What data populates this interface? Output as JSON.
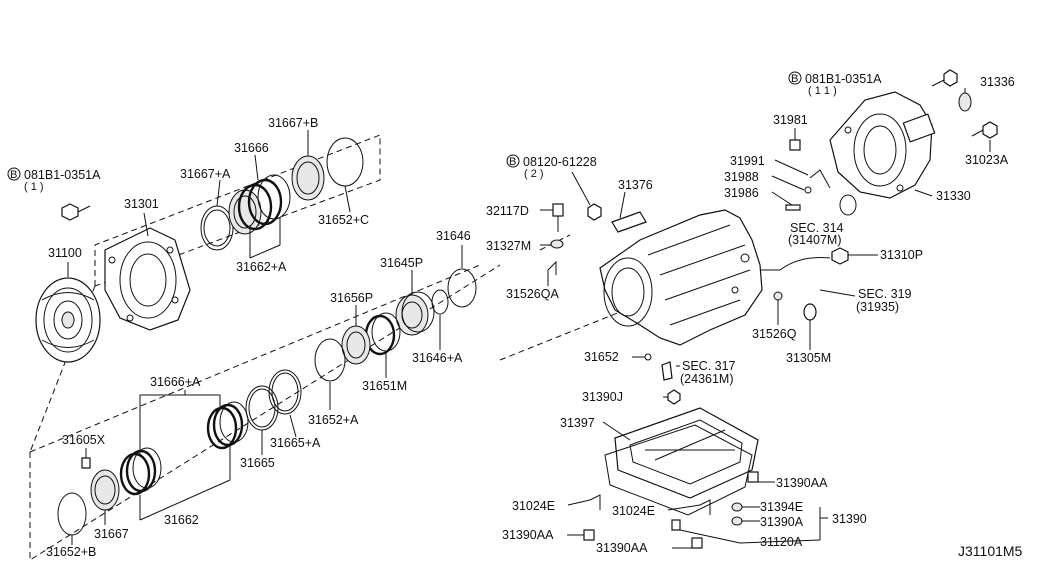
{
  "diagram_id": "J31101M5",
  "labels": {
    "bolt_a_code": "081B1-0351A",
    "bolt_a_qty": "( 1 )",
    "bolt_b_code": "081B1-0351A",
    "bolt_b_qty": "( 1 1 )",
    "bolt_c_code": "08120-61228",
    "bolt_c_qty": "( 2 )",
    "circle_b": "B",
    "p31100": "31100",
    "p31301": "31301",
    "p31667A": "31667+A",
    "p31666": "31666",
    "p31667B": "31667+B",
    "p31652C": "31652+C",
    "p31662A": "31662+A",
    "p31646": "31646",
    "p31645P": "31645P",
    "p31656P": "31656P",
    "p31646A": "31646+A",
    "p31651M": "31651M",
    "p31652A": "31652+A",
    "p31666A": "31666+A",
    "p31605X": "31605X",
    "p31665A": "31665+A",
    "p31665": "31665",
    "p31662": "31662",
    "p31667": "31667",
    "p31652B": "31652+B",
    "p32117D": "32117D",
    "p31327M": "31327M",
    "p31526QA": "31526QA",
    "p31376": "31376",
    "p31981": "31981",
    "p31991": "31991",
    "p31988": "31988",
    "p31986": "31986",
    "p31336": "31336",
    "p31023A": "31023A",
    "p31330": "31330",
    "sec314": "SEC. 314",
    "sec314_ref": "(31407M)",
    "p31310P": "31310P",
    "sec319": "SEC. 319",
    "sec319_ref": "(31935)",
    "p31526Q": "31526Q",
    "p31305M": "31305M",
    "p31652": "31652",
    "sec317": "SEC. 317",
    "sec317_ref": "(24361M)",
    "p31390J": "31390J",
    "p31397": "31397",
    "p31390AA_r": "31390AA",
    "p31024E_l": "31024E",
    "p31024E_c": "31024E",
    "p31394E": "31394E",
    "p31390A": "31390A",
    "p31390": "31390",
    "p31390AA_l": "31390AA",
    "p31390AA_c": "31390AA",
    "p31120A": "31120A"
  }
}
